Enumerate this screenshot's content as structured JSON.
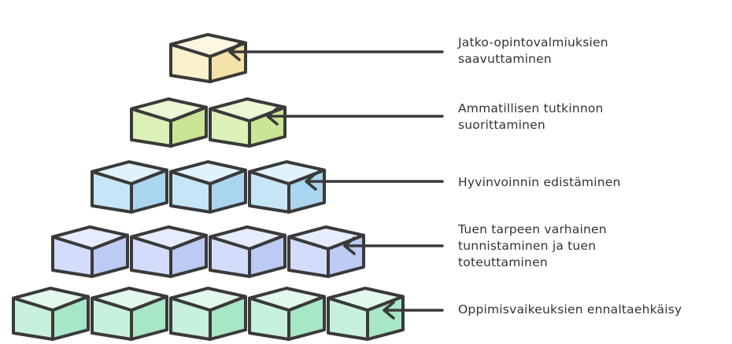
{
  "colors": {
    "outline": "#3a3a3a",
    "text": "#333333",
    "level1": {
      "face": "#c7f1dc",
      "side": "#a8e6c8",
      "top": "#e2f8ec"
    },
    "level2": {
      "face": "#d3dcfa",
      "side": "#bccaf4",
      "top": "#e6ecfd"
    },
    "level3": {
      "face": "#c6e6f7",
      "side": "#a9d5ee",
      "top": "#e0f2fb"
    },
    "level4": {
      "face": "#dcf0b8",
      "side": "#c9e596",
      "top": "#ecf7d5"
    },
    "level5": {
      "face": "#faf0cc",
      "side": "#f3e2a8",
      "top": "#fdf7e2"
    }
  },
  "pyramid": {
    "rows": [
      {
        "level": "level1",
        "cubes": 5
      },
      {
        "level": "level2",
        "cubes": 4
      },
      {
        "level": "level3",
        "cubes": 3
      },
      {
        "level": "level4",
        "cubes": 2
      },
      {
        "level": "level5",
        "cubes": 1
      }
    ]
  },
  "labels": [
    {
      "id": "jatko",
      "lines": [
        "Jatko-opintovalmiuksien",
        "saavuttaminen"
      ]
    },
    {
      "id": "ammatillisen",
      "lines": [
        "Ammatillisen tutkinnon",
        "suorittaminen"
      ]
    },
    {
      "id": "hyvinvointi",
      "lines": [
        "Hyvinvoinnin edistäminen"
      ]
    },
    {
      "id": "tuki",
      "lines": [
        "Tuen tarpeen varhainen",
        "tunnistaminen ja tuen",
        "toteuttaminen"
      ]
    },
    {
      "id": "oppimis",
      "lines": [
        "Oppimisvaikeuksien ennaltaehkäisy"
      ]
    }
  ]
}
